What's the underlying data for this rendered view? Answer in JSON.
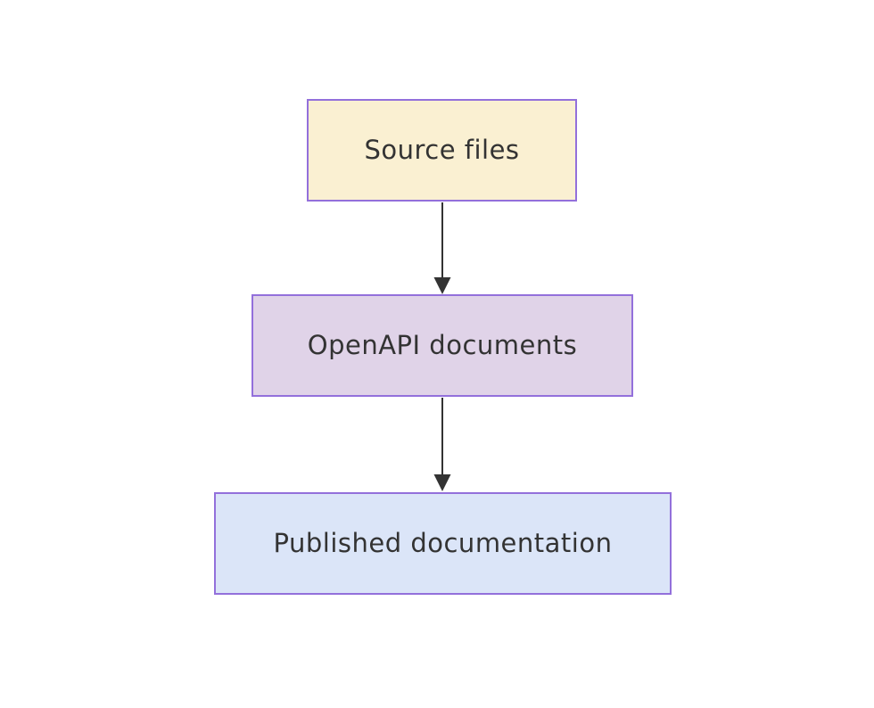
{
  "diagram": {
    "type": "flowchart",
    "direction": "top-down",
    "background_color": "#ffffff",
    "border_color": "#9370db",
    "text_color": "#333333",
    "nodes": [
      {
        "id": "source-files",
        "label": "Source files",
        "fill": "#faf0d2",
        "border": "#9370db",
        "text_color": "#333333"
      },
      {
        "id": "openapi-documents",
        "label": "OpenAPI documents",
        "fill": "#e0d3e8",
        "border": "#9370db",
        "text_color": "#333333"
      },
      {
        "id": "published-documentation",
        "label": "Published documentation",
        "fill": "#dbe5f8",
        "border": "#9370db",
        "text_color": "#333333"
      }
    ],
    "edges": [
      {
        "from": "source-files",
        "to": "openapi-documents",
        "color": "#333333"
      },
      {
        "from": "openapi-documents",
        "to": "published-documentation",
        "color": "#333333"
      }
    ]
  }
}
